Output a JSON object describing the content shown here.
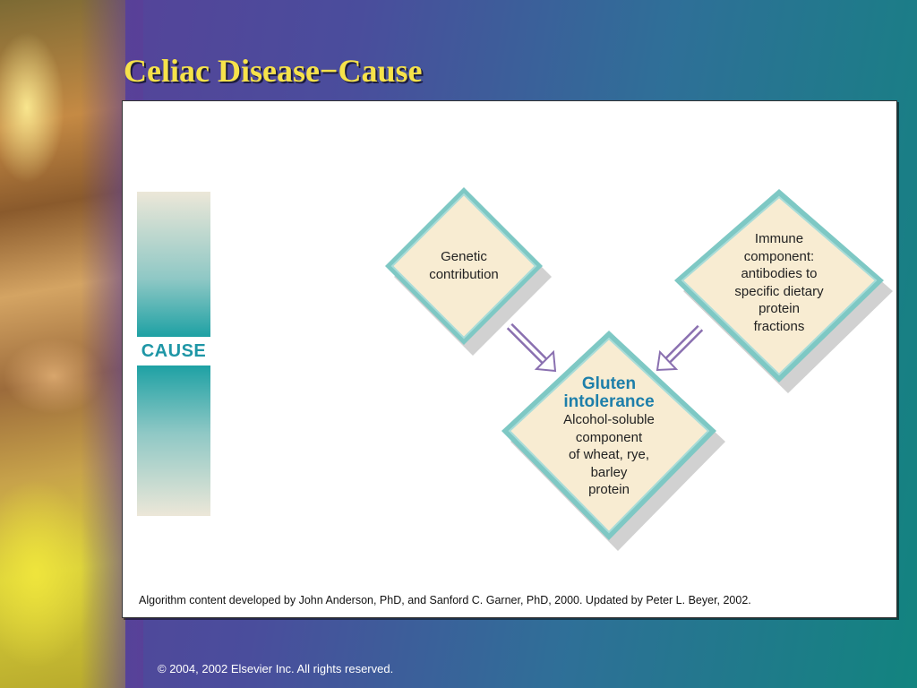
{
  "slide": {
    "title": "Celiac Disease−Cause",
    "copyright": "© 2004, 2002  Elsevier Inc.  All rights reserved."
  },
  "sidebar": {
    "label": "CAUSE"
  },
  "diagram": {
    "nodes": {
      "genetic": {
        "lines": [
          "Genetic",
          "contribution"
        ]
      },
      "immune": {
        "lines": [
          "Immune",
          "component:",
          "antibodies to",
          "specific dietary",
          "protein",
          "fractions"
        ]
      },
      "gluten": {
        "title_lines": [
          "Gluten",
          "intolerance"
        ],
        "lines": [
          "Alcohol-soluble",
          "component",
          "of wheat, rye,",
          "barley",
          "protein"
        ]
      }
    },
    "colors": {
      "diamond_fill": "#f8ecd2",
      "diamond_border": "#7ec8c4",
      "arrow_stroke": "#8a70b0",
      "title_accent": "#1e7faa",
      "cause_accent": "#1ea1a4"
    }
  },
  "footer": {
    "credit": "Algorithm content developed by John Anderson, PhD, and Sanford C. Garner, PhD, 2000. Updated by Peter L. Beyer, 2002."
  }
}
